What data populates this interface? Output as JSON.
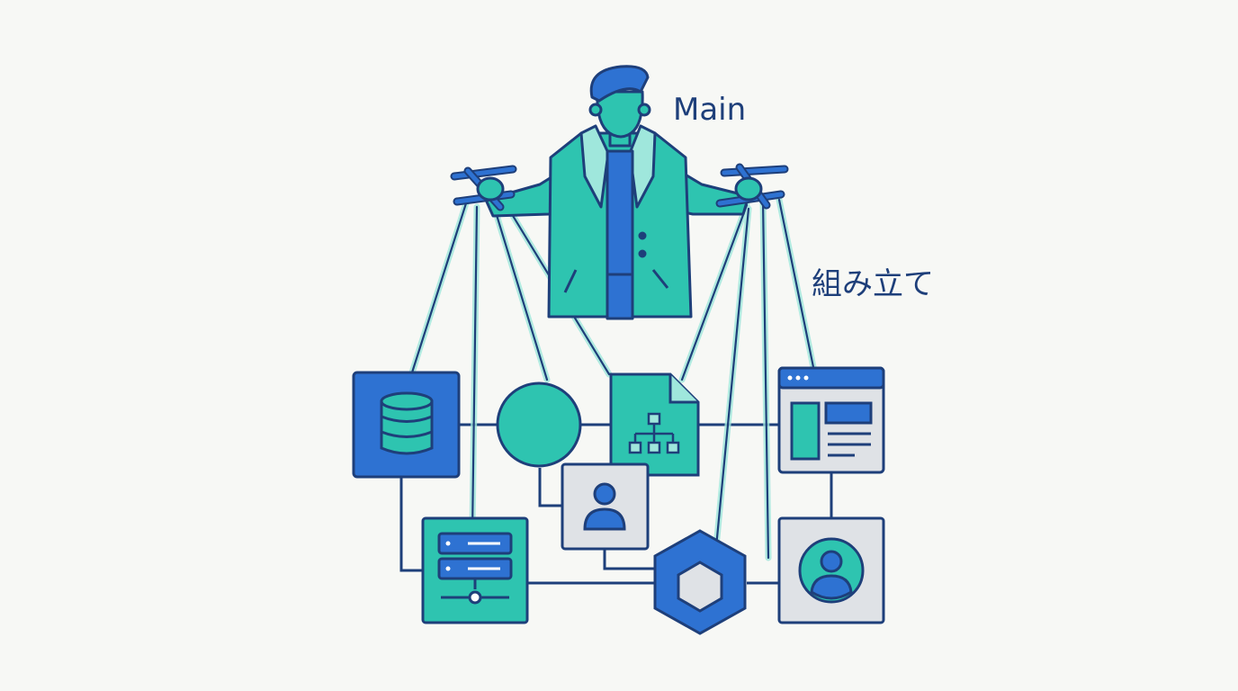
{
  "labels": {
    "main": "Main",
    "assemble": "組み立て"
  },
  "colors": {
    "teal": "#2ec4b0",
    "blue": "#2e72d2",
    "navy": "#1e3f7a",
    "gray": "#dfe2e6",
    "light_teal": "#9fe7dc",
    "background": "#f7f8f5"
  },
  "nodes": [
    {
      "name": "database-node",
      "icon": "database-icon"
    },
    {
      "name": "circle-node",
      "icon": "circle-shape"
    },
    {
      "name": "document-node",
      "icon": "sitemap-icon"
    },
    {
      "name": "browser-window-node",
      "icon": "browser-window-icon"
    },
    {
      "name": "user-card-node",
      "icon": "user-icon"
    },
    {
      "name": "server-node",
      "icon": "server-icon"
    },
    {
      "name": "hexagon-node",
      "icon": "cube-icon"
    },
    {
      "name": "user-profile-node",
      "icon": "user-circle-icon"
    }
  ]
}
